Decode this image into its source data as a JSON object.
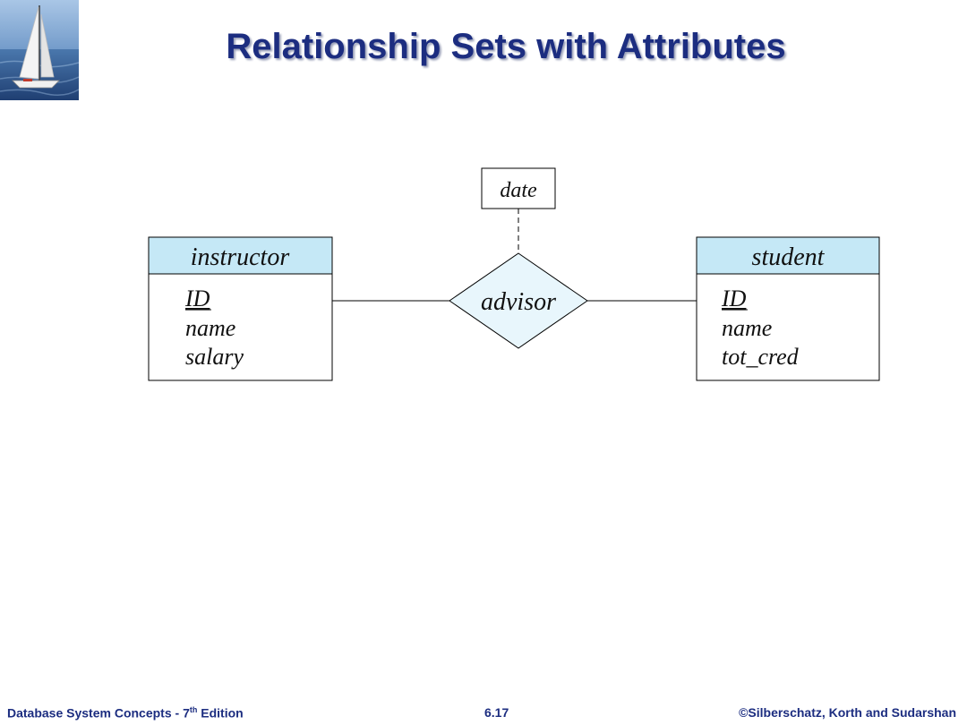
{
  "slide": {
    "title": "Relationship Sets with Attributes",
    "logo_icon": "sailboat-logo"
  },
  "diagram": {
    "relationship": {
      "name": "advisor",
      "attribute": "date",
      "fill": "#e8f6fc"
    },
    "entities": [
      {
        "name": "instructor",
        "attributes": [
          {
            "text": "ID",
            "primary_key": true
          },
          {
            "text": "name",
            "primary_key": false
          },
          {
            "text": "salary",
            "primary_key": false
          }
        ]
      },
      {
        "name": "student",
        "attributes": [
          {
            "text": "ID",
            "primary_key": true
          },
          {
            "text": "name",
            "primary_key": false
          },
          {
            "text": "tot_cred",
            "primary_key": false
          }
        ]
      }
    ],
    "entity_header_fill": "#c5e8f6"
  },
  "footer": {
    "book_prefix": "Database System Concepts - 7",
    "book_sup": "th",
    "book_suffix": " Edition",
    "page": "6.17",
    "copyright": "©Silberschatz, Korth and Sudarshan"
  },
  "colors": {
    "title": "#1c2d80",
    "footer": "#1c2d80"
  }
}
